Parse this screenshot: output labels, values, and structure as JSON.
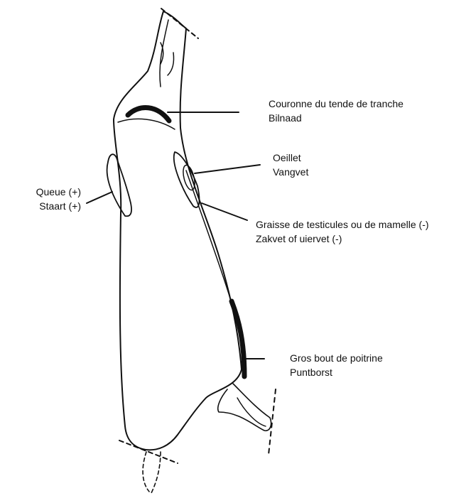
{
  "labels": {
    "crown": {
      "fr": "Couronne du tende de tranche",
      "nl": "Bilnaad"
    },
    "eye": {
      "fr": "Oeillet",
      "nl": "Vangvet"
    },
    "tail": {
      "fr": "Queue (+)",
      "nl": "Staart (+)"
    },
    "fat": {
      "fr": "Graisse de testicules ou de mamelle   (-)",
      "nl": "Zakvet of uiervet (-)"
    },
    "brisket": {
      "fr": "Gros bout de poitrine",
      "nl": "Puntborst"
    }
  }
}
